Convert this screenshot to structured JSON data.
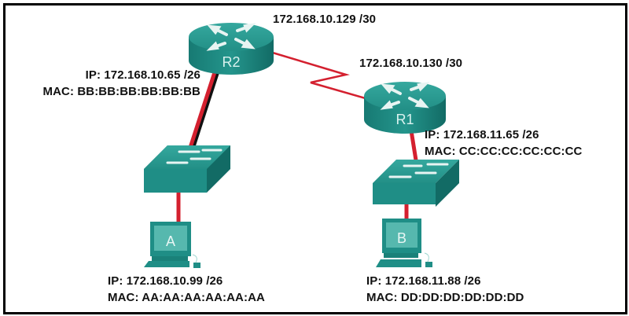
{
  "diagram": {
    "colors": {
      "device": "#1f8e86",
      "device_dark": "#136e68",
      "device_light": "#3fb0a6",
      "link": "#d4202f",
      "frame": "#000000"
    },
    "devices": {
      "r2": {
        "name": "R2",
        "type": "router"
      },
      "r1": {
        "name": "R1",
        "type": "router"
      },
      "sw_left": {
        "name": "",
        "type": "switch"
      },
      "sw_right": {
        "name": "",
        "type": "switch"
      },
      "pc_a": {
        "name": "A",
        "type": "pc"
      },
      "pc_b": {
        "name": "B",
        "type": "pc"
      }
    },
    "labels": {
      "r2_serial": "172.168.10.129 /30",
      "r1_serial": "172.168.10.130 /30",
      "r2_lan_ip": "IP: 172.168.10.65 /26",
      "r2_lan_mac": "MAC: BB:BB:BB:BB:BB:BB",
      "r1_lan_ip": "IP: 172.168.11.65 /26",
      "r1_lan_mac": "MAC: CC:CC:CC:CC:CC:CC",
      "pc_a_ip": "IP: 172.168.10.99 /26",
      "pc_a_mac": "MAC: AA:AA:AA:AA:AA:AA",
      "pc_b_ip": "IP: 172.168.11.88 /26",
      "pc_b_mac": "MAC: DD:DD:DD:DD:DD:DD"
    },
    "links": [
      {
        "from": "R2",
        "to": "R1",
        "type": "serial"
      },
      {
        "from": "R2",
        "to": "switch-left",
        "type": "ethernet"
      },
      {
        "from": "switch-left",
        "to": "A",
        "type": "ethernet"
      },
      {
        "from": "R1",
        "to": "switch-right",
        "type": "ethernet"
      },
      {
        "from": "switch-right",
        "to": "B",
        "type": "ethernet"
      }
    ]
  }
}
